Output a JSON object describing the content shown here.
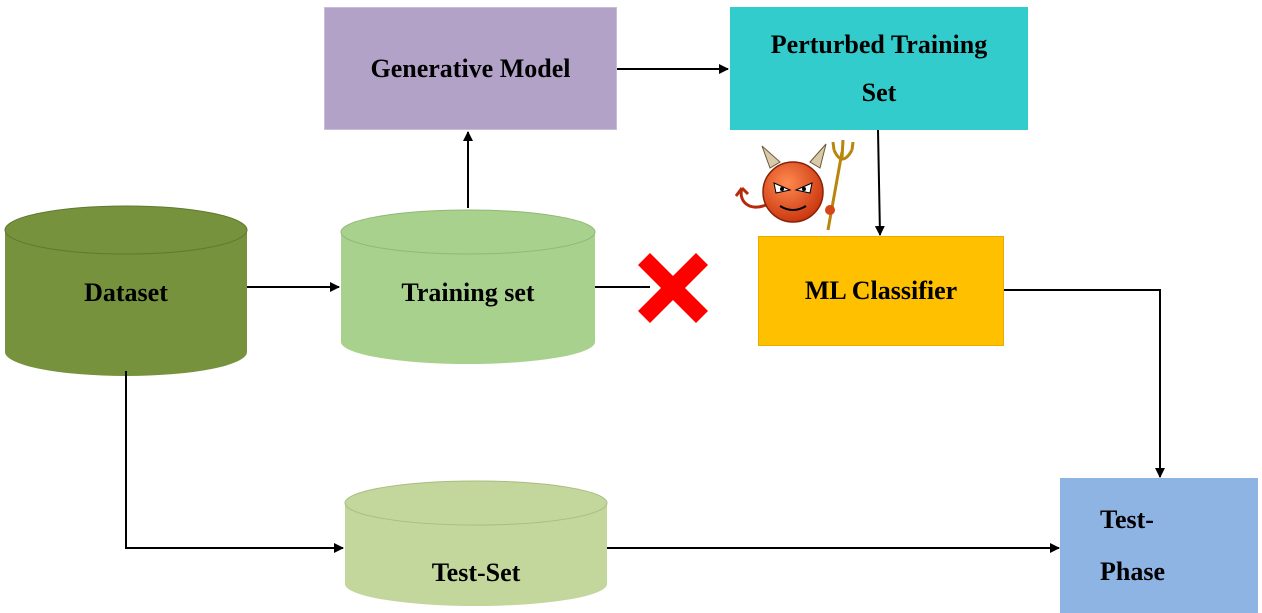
{
  "nodes": {
    "dataset": {
      "label": "Dataset",
      "color": "#76923c"
    },
    "training_set": {
      "label": "Training set",
      "color": "#a9d18e"
    },
    "test_set": {
      "label": "Test-Set",
      "color": "#c3d69b"
    },
    "generative_model": {
      "label": "Generative Model",
      "color": "#b3a2c7"
    },
    "perturbed_training_set": {
      "line1": "Perturbed Training",
      "line2": "Set",
      "color": "#33cccc"
    },
    "ml_classifier": {
      "label": "ML Classifier",
      "color": "#ffc000"
    },
    "test_phase": {
      "line1": "Test-",
      "line2": "Phase",
      "color": "#8eb4e3"
    }
  },
  "symbols": {
    "blocked_marker": {
      "icon": "red-x-icon",
      "color": "#ff0000"
    },
    "attacker": {
      "icon": "devil-icon",
      "color": "#e8491d"
    }
  }
}
